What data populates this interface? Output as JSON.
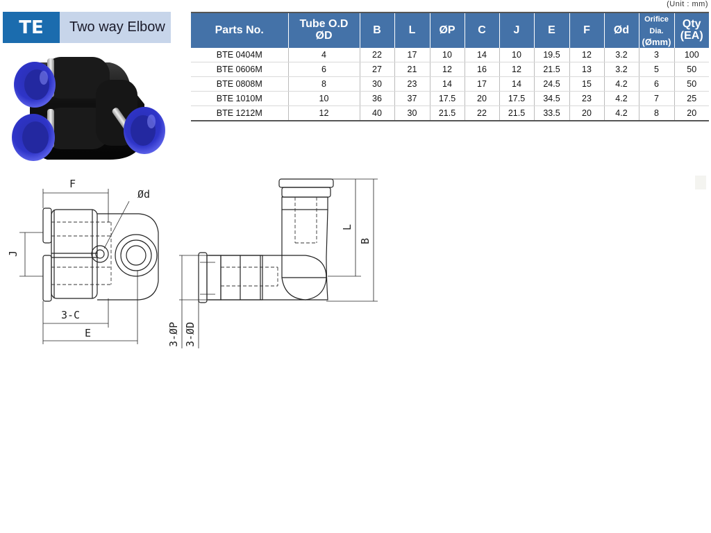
{
  "header": {
    "code": "TE",
    "title": "Two way Elbow"
  },
  "unit_note": "(Unit : mm)",
  "table": {
    "columns": [
      {
        "label": "Parts No.",
        "sub": ""
      },
      {
        "label": "Tube O.D",
        "sub": "ØD"
      },
      {
        "label": "B",
        "sub": ""
      },
      {
        "label": "L",
        "sub": ""
      },
      {
        "label": "ØP",
        "sub": ""
      },
      {
        "label": "C",
        "sub": ""
      },
      {
        "label": "J",
        "sub": ""
      },
      {
        "label": "E",
        "sub": ""
      },
      {
        "label": "F",
        "sub": ""
      },
      {
        "label": "Ød",
        "sub": ""
      },
      {
        "label": "Orifice Dia.",
        "sub": "(Ømm)"
      },
      {
        "label": "Qty",
        "sub": "(EA)"
      }
    ],
    "rows": [
      [
        "BTE 0404M",
        "4",
        "22",
        "17",
        "10",
        "14",
        "10",
        "19.5",
        "12",
        "3.2",
        "3",
        "100"
      ],
      [
        "BTE 0606M",
        "6",
        "27",
        "21",
        "12",
        "16",
        "12",
        "21.5",
        "13",
        "3.2",
        "5",
        "50"
      ],
      [
        "BTE 0808M",
        "8",
        "30",
        "23",
        "14",
        "17",
        "14",
        "24.5",
        "15",
        "4.2",
        "6",
        "50"
      ],
      [
        "BTE 1010M",
        "10",
        "36",
        "37",
        "17.5",
        "20",
        "17.5",
        "34.5",
        "23",
        "4.2",
        "7",
        "25"
      ],
      [
        "BTE 1212M",
        "12",
        "40",
        "30",
        "21.5",
        "22",
        "21.5",
        "33.5",
        "20",
        "4.2",
        "8",
        "20"
      ]
    ]
  },
  "drawing_labels": {
    "F": "F",
    "d": "Ød",
    "J": "J",
    "C": "3-C",
    "E": "E",
    "L": "L",
    "B": "B",
    "P": "3-ØP",
    "D": "3-ØD"
  },
  "colors": {
    "badge": "#1b6cae",
    "title_bar": "#c7d5ea",
    "table_header": "#4472a8",
    "fitting_body": "#151515",
    "collet_blue": "#3a3fd0"
  }
}
